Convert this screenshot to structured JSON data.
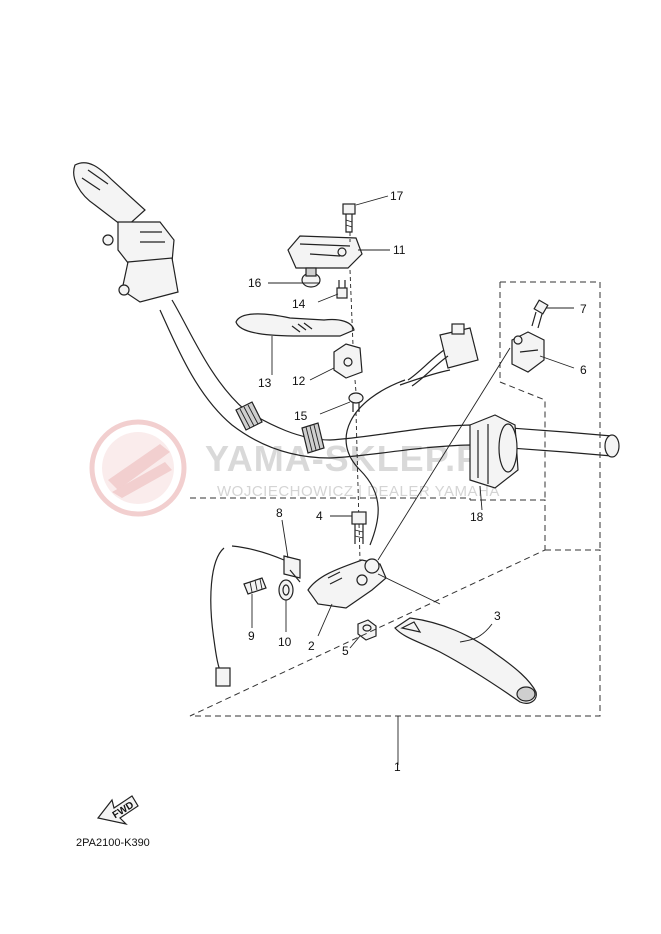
{
  "diagram": {
    "part_code": "2PA2100-K390",
    "fwd_label": "FWD",
    "watermark": {
      "title": "YAMA-SKLEP.PL",
      "subtitle": "WOJCIECHOWICZ | DEALER YAMAHA",
      "color": "#e8a8a8"
    },
    "callouts": [
      "1",
      "2",
      "3",
      "4",
      "5",
      "6",
      "7",
      "8",
      "9",
      "10",
      "11",
      "12",
      "13",
      "14",
      "15",
      "16",
      "17",
      "18"
    ]
  }
}
